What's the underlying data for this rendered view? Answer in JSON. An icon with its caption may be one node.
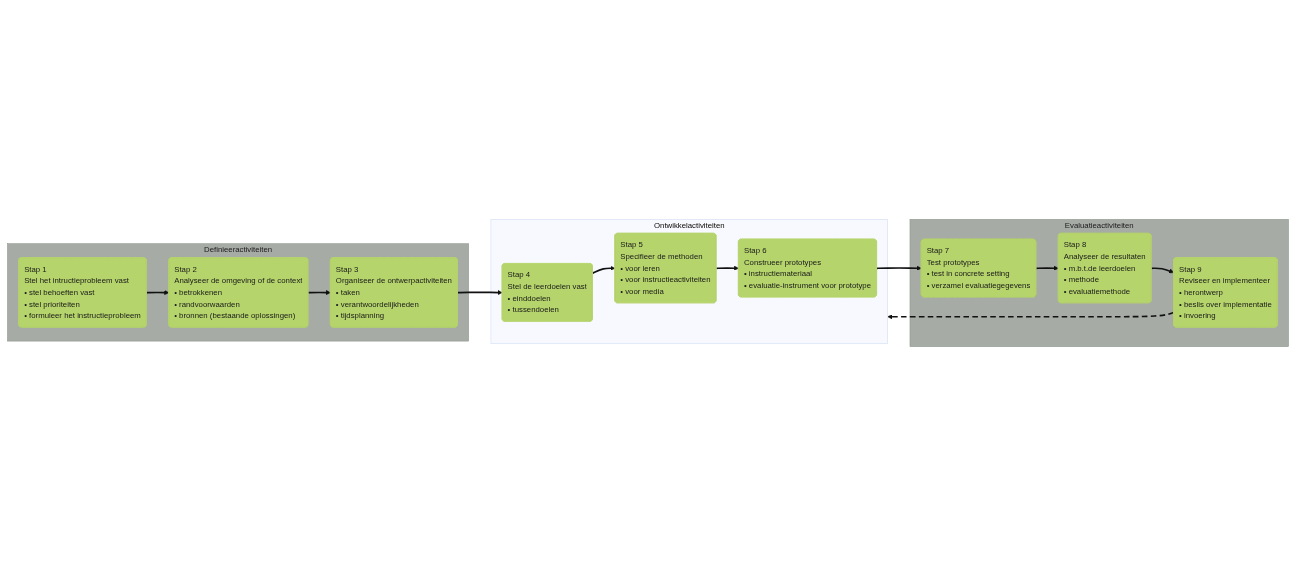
{
  "diagram": {
    "nodes": [
      {
        "text": [
          "Definieeractiviteiten"
        ]
      },
      {
        "text": [
          "Stap 1",
          "Stel het intructieprobleem vast",
          "• stel behoeften vast",
          "• stel prioriteiten",
          "• formuleer het instructieprobleem"
        ],
        "in": 0
      },
      {
        "text": [
          "Stap 2",
          "Analyseer de omgeving of de context",
          "• betrokkenen",
          "• randvoorwaarden",
          "• bronnen (bestaande oplossingen)"
        ],
        "in": 0
      },
      {
        "text": [
          "Stap 3",
          "Organiseer de ontwerpactiviteiten",
          "• taken",
          "• verantwoordelijkheden",
          "• tijdsplanning"
        ],
        "in": 0
      },
      {
        "text": [
          "Ontwikkelactiviteiten"
        ]
      },
      {
        "text": [
          "Stap 4",
          "Stel de leerdoelen vast",
          "• einddoelen",
          "• tussendoelen"
        ],
        "in": 4
      },
      {
        "text": [
          "Stap 5",
          "Specifieer de methoden",
          "• voor leren",
          "• voor instructieactiviteiten",
          "• voor media"
        ],
        "in": 4
      },
      {
        "text": [
          "Stap 6",
          "Construeer prototypes",
          "• instructiemateriaal",
          "• evaluatie-instrument voor prototype"
        ],
        "in": 4
      },
      {
        "text": [
          "Evaluatieactiviteiten"
        ]
      },
      {
        "text": [
          "Stap 7",
          "Test prototypes",
          "• test in concrete setting",
          "• verzamel evaluatiegegevens"
        ],
        "in": 8
      },
      {
        "text": [
          "Stap 8",
          "Analyseer de resultaten",
          "• m.b.t.de leerdoelen",
          "• methode",
          "• evaluatiemethode"
        ],
        "in": 8
      },
      {
        "text": [
          "Stap 9",
          "Reviseer en implementeer",
          "• herontwerp",
          "• beslis over implementatie",
          "• invoering"
        ],
        "in": 8
      }
    ],
    "edges": [
      {
        "from": 1,
        "to": 2,
        "arrow": "to"
      },
      {
        "from": 2,
        "to": 3,
        "arrow": "to"
      },
      {
        "from": 3,
        "to": 5,
        "arrow": "to"
      },
      {
        "from": 5,
        "to": 6,
        "arrow": "to"
      },
      {
        "from": 6,
        "to": 7,
        "arrow": "to"
      },
      {
        "from": 7,
        "to": 9,
        "arrow": "to"
      },
      {
        "from": 9,
        "to": 10,
        "arrow": "to"
      },
      {
        "from": 10,
        "to": 11,
        "arrow": "to"
      },
      {
        "from": 11,
        "to": 4,
        "arrow": "to",
        "style": "dashed"
      }
    ]
  }
}
